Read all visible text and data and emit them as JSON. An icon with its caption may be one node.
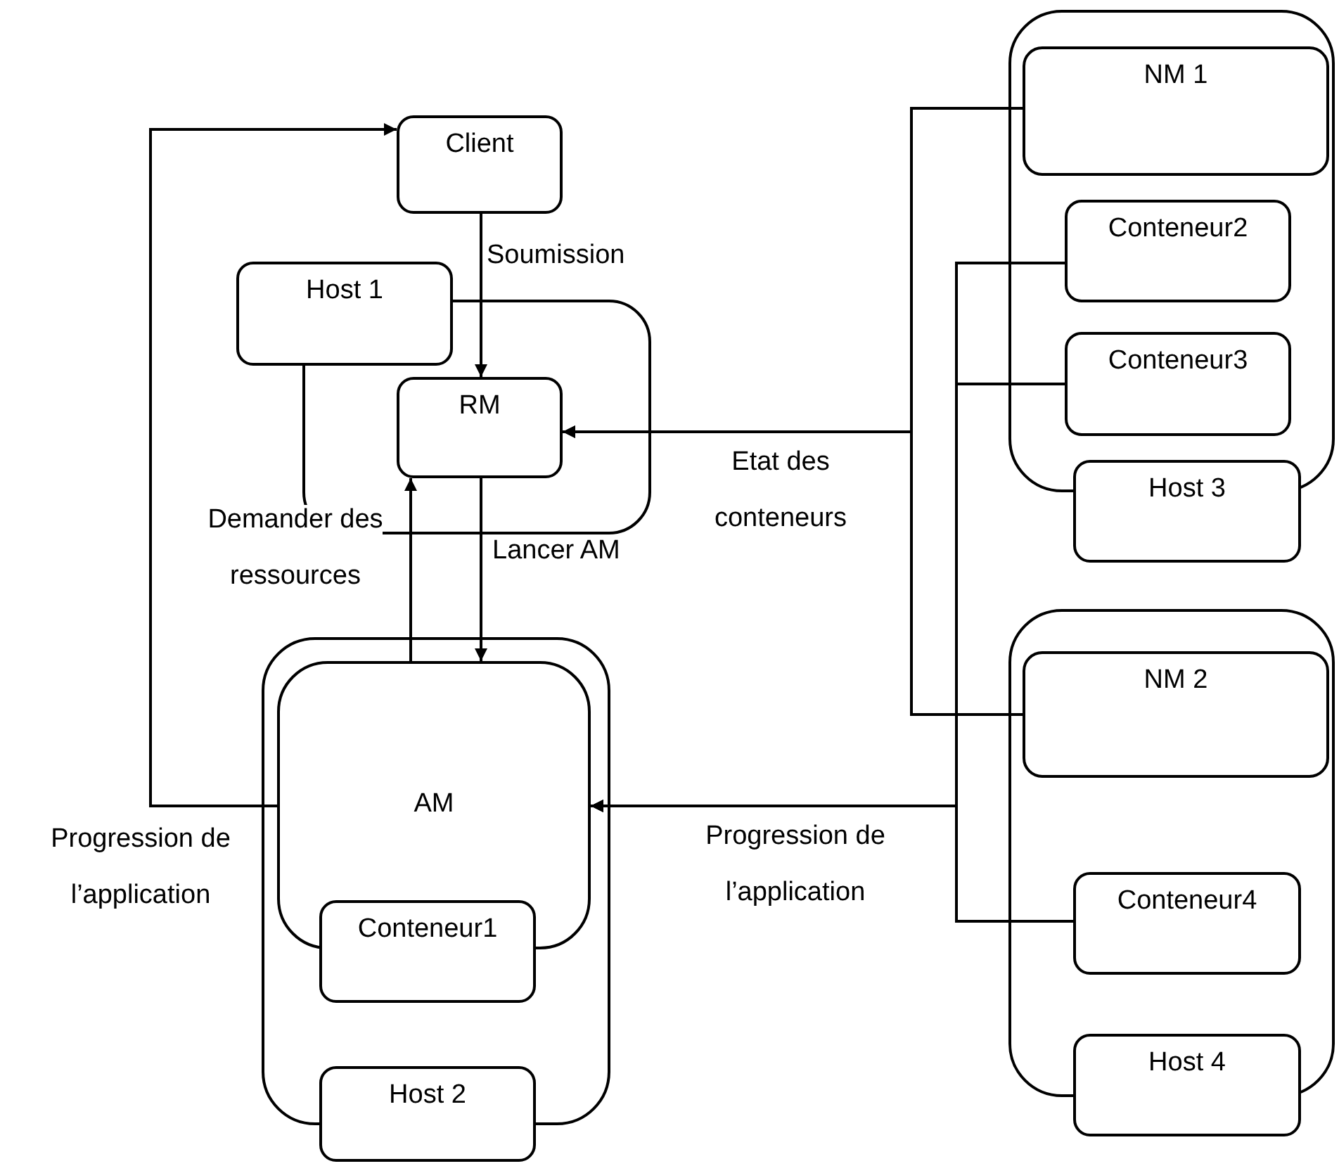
{
  "diagram": {
    "nodes": [
      {
        "text": [
          "Client"
        ]
      },
      {
        "text": [],
        "shape": "box"
      },
      {
        "text": [
          "Host 1"
        ]
      },
      {
        "text": [
          "RM"
        ],
        "in": 1
      },
      {
        "text": [],
        "shape": "box"
      },
      {
        "text": [
          "AM"
        ],
        "in": 4
      },
      {
        "text": [
          "Conteneur1"
        ],
        "in": 4
      },
      {
        "text": [
          "Host 2"
        ]
      },
      {
        "text": [],
        "shape": "box"
      },
      {
        "text": [
          "NM 1"
        ],
        "in": 8
      },
      {
        "text": [
          "Conteneur2"
        ],
        "in": 8
      },
      {
        "text": [
          "Conteneur3"
        ],
        "in": 8
      },
      {
        "text": [
          "Host 3"
        ]
      },
      {
        "text": [],
        "shape": "box"
      },
      {
        "text": [
          "NM 2"
        ],
        "in": 13
      },
      {
        "text": [
          "Conteneur4"
        ],
        "in": 13
      },
      {
        "text": [
          "Host 4"
        ]
      }
    ],
    "edges": [
      {
        "from": 0,
        "to": 3,
        "arrow": "to",
        "label": "Soumission"
      },
      {
        "from": 3,
        "to": 5,
        "arrow": "to",
        "label": "Lancer AM"
      },
      {
        "from": 5,
        "to": 3,
        "arrow": "to",
        "label": "Demander des ressources"
      },
      {
        "from": 5,
        "to": 0,
        "arrow": "to",
        "label": "Progression de l’application"
      },
      {
        "from": 9,
        "to": 3,
        "arrow": "to",
        "label": "Etat des conteneurs"
      },
      {
        "from": 14,
        "to": 3,
        "arrow": "to"
      },
      {
        "from": 10,
        "to": 5,
        "arrow": "to",
        "label": "Progression de l’application"
      },
      {
        "from": 11,
        "to": 5,
        "arrow": "to"
      },
      {
        "from": 15,
        "to": 5,
        "arrow": "to"
      }
    ]
  }
}
